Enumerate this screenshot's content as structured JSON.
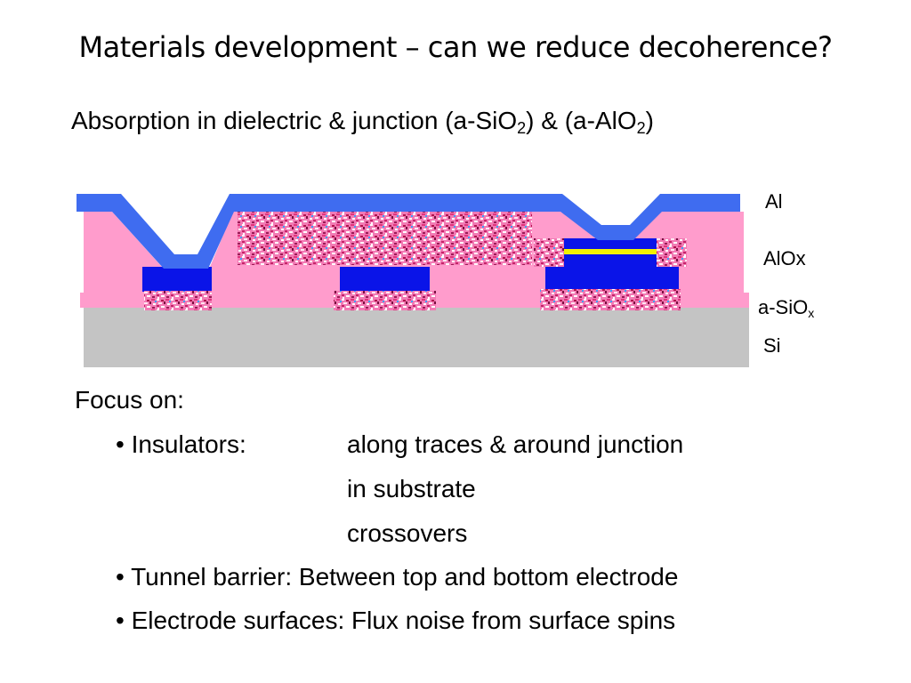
{
  "slide": {
    "title": "Materials development – can we reduce decoherence?",
    "subtitle": {
      "prefix": "Absorption in dielectric & junction (a-SiO",
      "sub1": "2",
      "middle": ") & (a-AlO",
      "sub2": "2",
      "suffix": ")"
    }
  },
  "diagram": {
    "layers": {
      "al": "Al",
      "alox": "AlOx",
      "asiox_base": "a-SiO",
      "asiox_sub": "x",
      "si": "Si"
    },
    "colors": {
      "al_metal": "#3f6cf0",
      "bottom_electrode": "#0a14e8",
      "alox_dielectric": "#ff9ccc",
      "substrate": "#c4c4c4",
      "tunnel_barrier": "#f2f200",
      "lossy_texture": "#e0357f"
    }
  },
  "focus": {
    "heading": "Focus on:",
    "insulators_label": "• Insulators:",
    "insulators_items": [
      "along traces & around junction",
      "in substrate",
      "crossovers"
    ],
    "tunnel_barrier": "• Tunnel barrier: Between top and bottom electrode",
    "electrode_surfaces": "• Electrode surfaces: Flux noise from surface spins"
  }
}
